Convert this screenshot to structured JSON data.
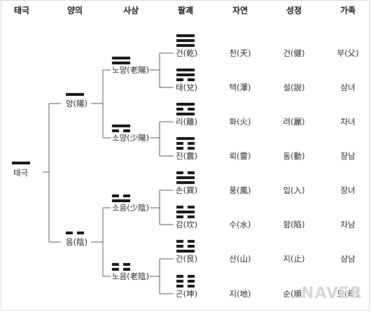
{
  "headers": {
    "taegeuk": "태극",
    "yangui": "양의",
    "sasang": "사상",
    "palgwae": "팔괘",
    "jayeon": "자연",
    "seongjeong": "성정",
    "gajok": "가족"
  },
  "root": {
    "label": "태극",
    "lines": [
      1
    ]
  },
  "yangui": [
    {
      "label": "양(陽)",
      "lines": [
        1
      ]
    },
    {
      "label": "음(陰)",
      "lines": [
        0
      ]
    }
  ],
  "sasang": [
    {
      "label": "노양(老陽)",
      "lines": [
        1,
        1
      ]
    },
    {
      "label": "소양(少陽)",
      "lines": [
        0,
        1
      ]
    },
    {
      "label": "소음(少陰)",
      "lines": [
        1,
        0
      ]
    },
    {
      "label": "노음(老陰)",
      "lines": [
        0,
        0
      ]
    }
  ],
  "trigrams": [
    {
      "label": "건(乾)",
      "lines": [
        1,
        1,
        1
      ],
      "jayeon": "천(天)",
      "seongjeong": "건(健)",
      "gajok": "부(父)"
    },
    {
      "label": "태(兌)",
      "lines": [
        0,
        1,
        1
      ],
      "jayeon": "택(澤)",
      "seongjeong": "설(說)",
      "gajok": "삼녀"
    },
    {
      "label": "리(離)",
      "lines": [
        1,
        0,
        1
      ],
      "jayeon": "화(火)",
      "seongjeong": "려(麗)",
      "gajok": "차녀"
    },
    {
      "label": "진(震)",
      "lines": [
        0,
        0,
        1
      ],
      "jayeon": "뢰(雷)",
      "seongjeong": "동(動)",
      "gajok": "장남"
    },
    {
      "label": "손(巽)",
      "lines": [
        1,
        1,
        0
      ],
      "jayeon": "풍(風)",
      "seongjeong": "입(入)",
      "gajok": "장녀"
    },
    {
      "label": "감(坎)",
      "lines": [
        0,
        1,
        0
      ],
      "jayeon": "수(水)",
      "seongjeong": "함(陷)",
      "gajok": "차남"
    },
    {
      "label": "간(艮)",
      "lines": [
        1,
        0,
        0
      ],
      "jayeon": "산(山)",
      "seongjeong": "지(止)",
      "gajok": "삼남"
    },
    {
      "label": "곤(坤)",
      "lines": [
        0,
        0,
        0
      ],
      "jayeon": "지(地)",
      "seongjeong": "순(順)",
      "gajok": "모(母)"
    }
  ],
  "watermark": "NAVER",
  "colors": {
    "ink": "#111111",
    "line": "#555555",
    "border": "#d8d8d8"
  }
}
